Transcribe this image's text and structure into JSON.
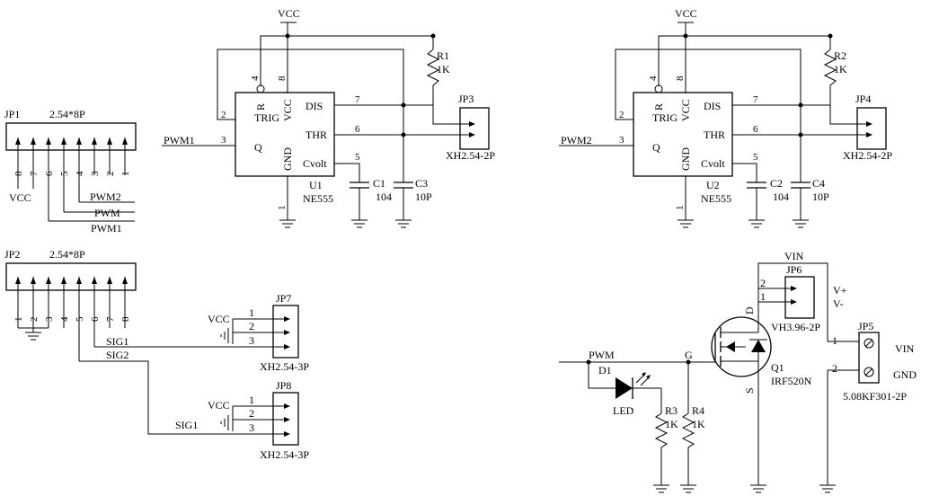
{
  "labels": {
    "vcc": "VCC",
    "vin": "VIN",
    "pwm": "PWM",
    "pwm1": "PWM1",
    "pwm2": "PWM2",
    "sig1": "SIG1",
    "sig2": "SIG2",
    "g": "G",
    "d": "D",
    "s": "S",
    "vplus": "V+",
    "vminus": "V-",
    "gnd": "GND"
  },
  "jp1": {
    "ref": "JP1",
    "value": "2.54*8P",
    "pins": [
      "8",
      "7",
      "6",
      "5",
      "4",
      "3",
      "2",
      "1"
    ]
  },
  "jp2": {
    "ref": "JP2",
    "value": "2.54*8P",
    "pins": [
      "1",
      "2",
      "3",
      "4",
      "5",
      "6",
      "7",
      "8"
    ]
  },
  "u1": {
    "ref": "U1",
    "value": "NE555",
    "pins": {
      "r": "R",
      "vcc": "VCC",
      "dis": "DIS",
      "thr": "THR",
      "trig": "TRIG",
      "q": "Q",
      "gnd": "GND",
      "cvolt": "Cvolt"
    },
    "pin_numbers": {
      "p4": "4",
      "p8": "8",
      "p7": "7",
      "p6": "6",
      "p2": "2",
      "p3": "3",
      "p5": "5",
      "p1": "1"
    }
  },
  "u2": {
    "ref": "U2",
    "value": "NE555",
    "pins": {
      "r": "R",
      "vcc": "VCC",
      "dis": "DIS",
      "thr": "THR",
      "trig": "TRIG",
      "q": "Q",
      "gnd": "GND",
      "cvolt": "Cvolt"
    },
    "pin_numbers": {
      "p4": "4",
      "p8": "8",
      "p7": "7",
      "p6": "6",
      "p2": "2",
      "p3": "3",
      "p5": "5",
      "p1": "1"
    }
  },
  "r1": {
    "ref": "R1",
    "value": "1K"
  },
  "r2": {
    "ref": "R2",
    "value": "1K"
  },
  "r3": {
    "ref": "R3",
    "value": "1K"
  },
  "r4": {
    "ref": "R4",
    "value": "1K"
  },
  "c1": {
    "ref": "C1",
    "value": "104"
  },
  "c2": {
    "ref": "C2",
    "value": "104"
  },
  "c3": {
    "ref": "C3",
    "value": "10P"
  },
  "c4": {
    "ref": "C4",
    "value": "10P"
  },
  "jp3": {
    "ref": "JP3",
    "value": "XH2.54-2P"
  },
  "jp4": {
    "ref": "JP4",
    "value": "XH2.54-2P"
  },
  "jp5": {
    "ref": "JP5",
    "value": "5.08KF301-2P",
    "pins": [
      "1",
      "2"
    ]
  },
  "jp6": {
    "ref": "JP6",
    "value": "VH3.96-2P",
    "pins": [
      "2",
      "1"
    ]
  },
  "jp7": {
    "ref": "JP7",
    "value": "XH2.54-3P",
    "pins": [
      "1",
      "2",
      "3"
    ]
  },
  "jp8": {
    "ref": "JP8",
    "value": "XH2.54-3P",
    "pins": [
      "1",
      "2",
      "3"
    ]
  },
  "d1": {
    "ref": "D1",
    "value": "LED"
  },
  "q1": {
    "ref": "Q1",
    "value": "IRF520N"
  }
}
